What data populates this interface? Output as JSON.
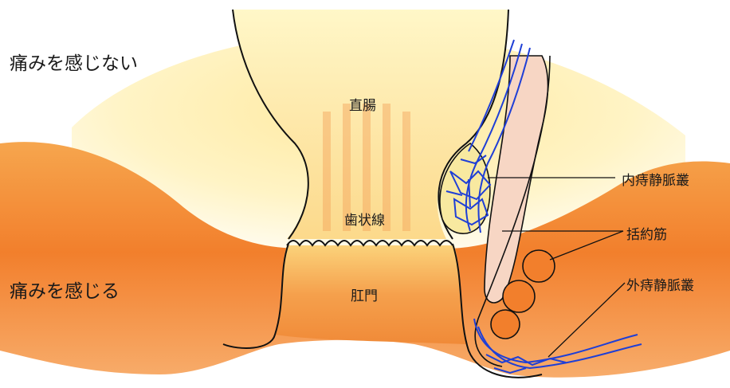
{
  "zones": {
    "no_pain": "痛みを感じない",
    "pain": "痛みを感じる"
  },
  "parts": {
    "rectum": "直腸",
    "dentate_line": "歯状線",
    "anus": "肛門"
  },
  "callouts": {
    "internal_plexus": "内痔静脈叢",
    "sphincter": "括約筋",
    "external_plexus": "外痔静脈叢"
  },
  "colors": {
    "upper_zone": "#fff3a8",
    "lower_zone": "#f07a2a",
    "vein": "#1f3fd6",
    "muscle": "#f4c9b4",
    "outline": "#111111"
  }
}
